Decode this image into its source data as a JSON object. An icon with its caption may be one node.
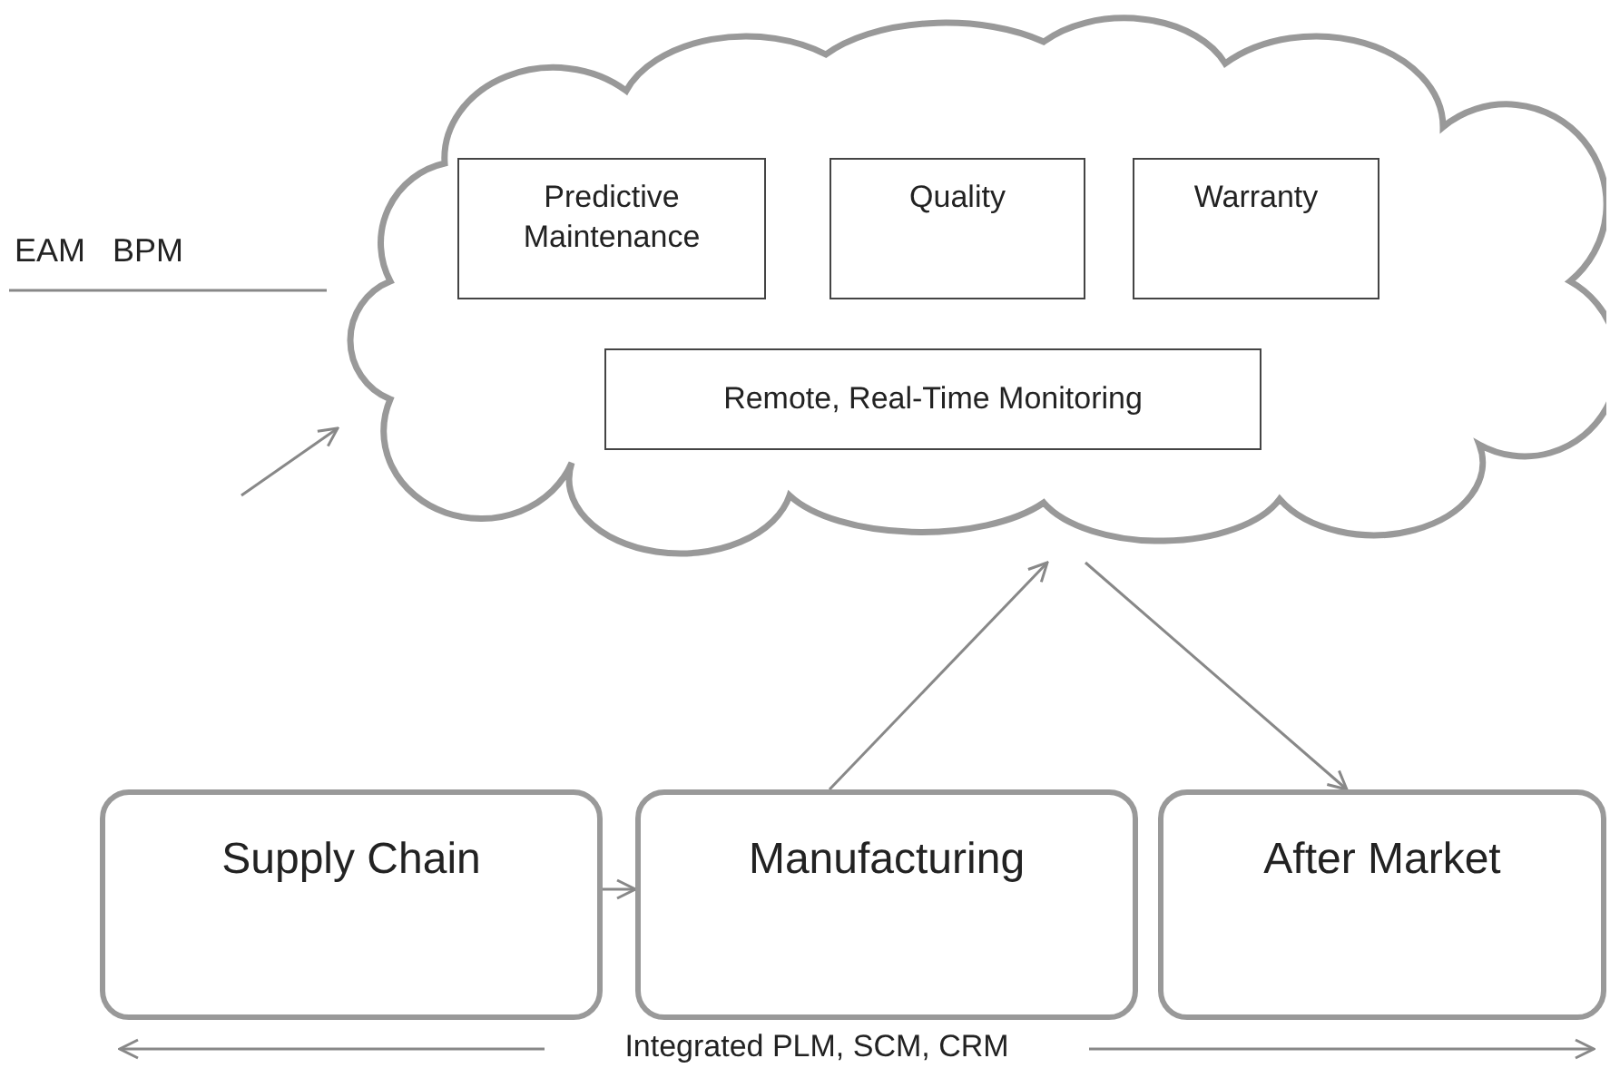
{
  "diagram": {
    "nodes": [
      {
        "text": [],
        "shape": "cloud"
      },
      {
        "text": [
          "Predictive Maintenance"
        ],
        "in": 0
      },
      {
        "text": [
          "Quality"
        ],
        "in": 0
      },
      {
        "text": [
          "Warranty"
        ],
        "in": 0
      },
      {
        "text": [
          "Remote, Real-Time Monitoring"
        ],
        "in": 0
      },
      {
        "text": [
          "Supply Chain"
        ]
      },
      {
        "text": [
          "Manufacturing"
        ]
      },
      {
        "text": [
          "After Market"
        ]
      }
    ],
    "edges": [
      {
        "from": null,
        "to": 0,
        "arrow": "none",
        "label": "EAM   BPM"
      },
      {
        "from": null,
        "to": 0,
        "arrow": "to"
      },
      {
        "from": 5,
        "to": 6,
        "arrow": "to"
      },
      {
        "from": 6,
        "to": 0,
        "arrow": "to"
      },
      {
        "from": 0,
        "to": 7,
        "arrow": "to"
      }
    ],
    "labels": [
      "Integrated PLM, SCM, CRM"
    ]
  }
}
